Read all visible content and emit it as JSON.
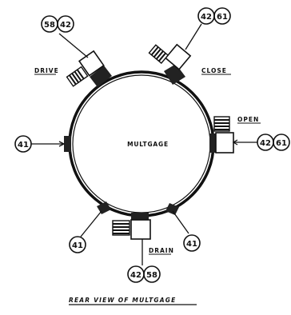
{
  "diagram": {
    "center_label": "MULTGAGE",
    "caption": "REAR VIEW OF MULTGAGE",
    "labels": {
      "drive": "DRIVE",
      "close": "CLOSE",
      "open": "OPEN",
      "drain": "DRAIN"
    },
    "refs": {
      "drive_a": "58",
      "drive_b": "42",
      "close_a": "42",
      "close_b": "61",
      "open_a": "42",
      "open_b": "61",
      "left": "41",
      "bottom_left": "41",
      "bottom_right": "41",
      "drain_a": "42",
      "drain_b": "58"
    }
  }
}
